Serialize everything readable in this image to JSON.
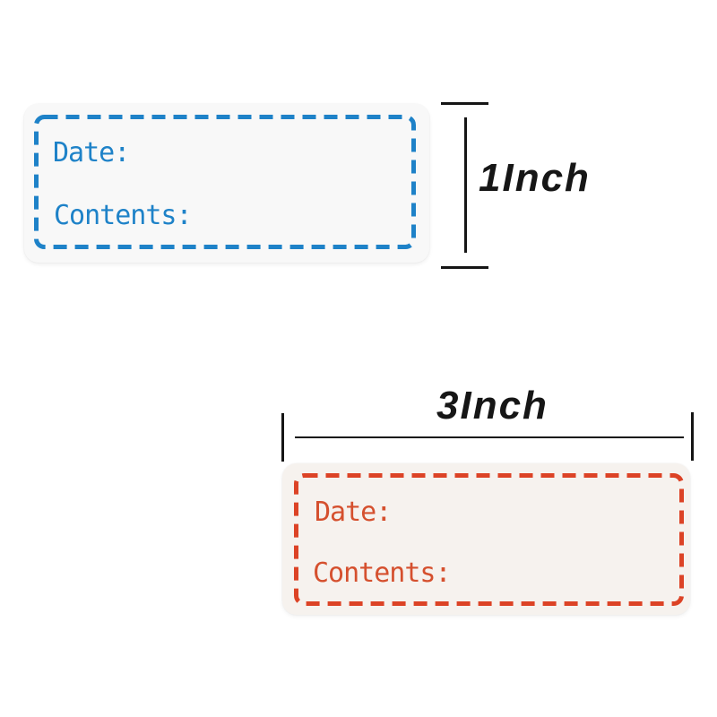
{
  "labels": {
    "blue": {
      "date_label": "Date:",
      "contents_label": "Contents:",
      "border_color": "#1e82c8",
      "text_color": "#1e82c8",
      "card_background": "#f8f8f8"
    },
    "red": {
      "date_label": "Date:",
      "contents_label": "Contents:",
      "border_color": "#dc4326",
      "text_color": "#d5502e",
      "card_background": "#f6f2ee"
    }
  },
  "dimensions": {
    "height": {
      "label": "1Inch"
    },
    "width": {
      "label": "3Inch"
    },
    "line_color": "#151515"
  }
}
